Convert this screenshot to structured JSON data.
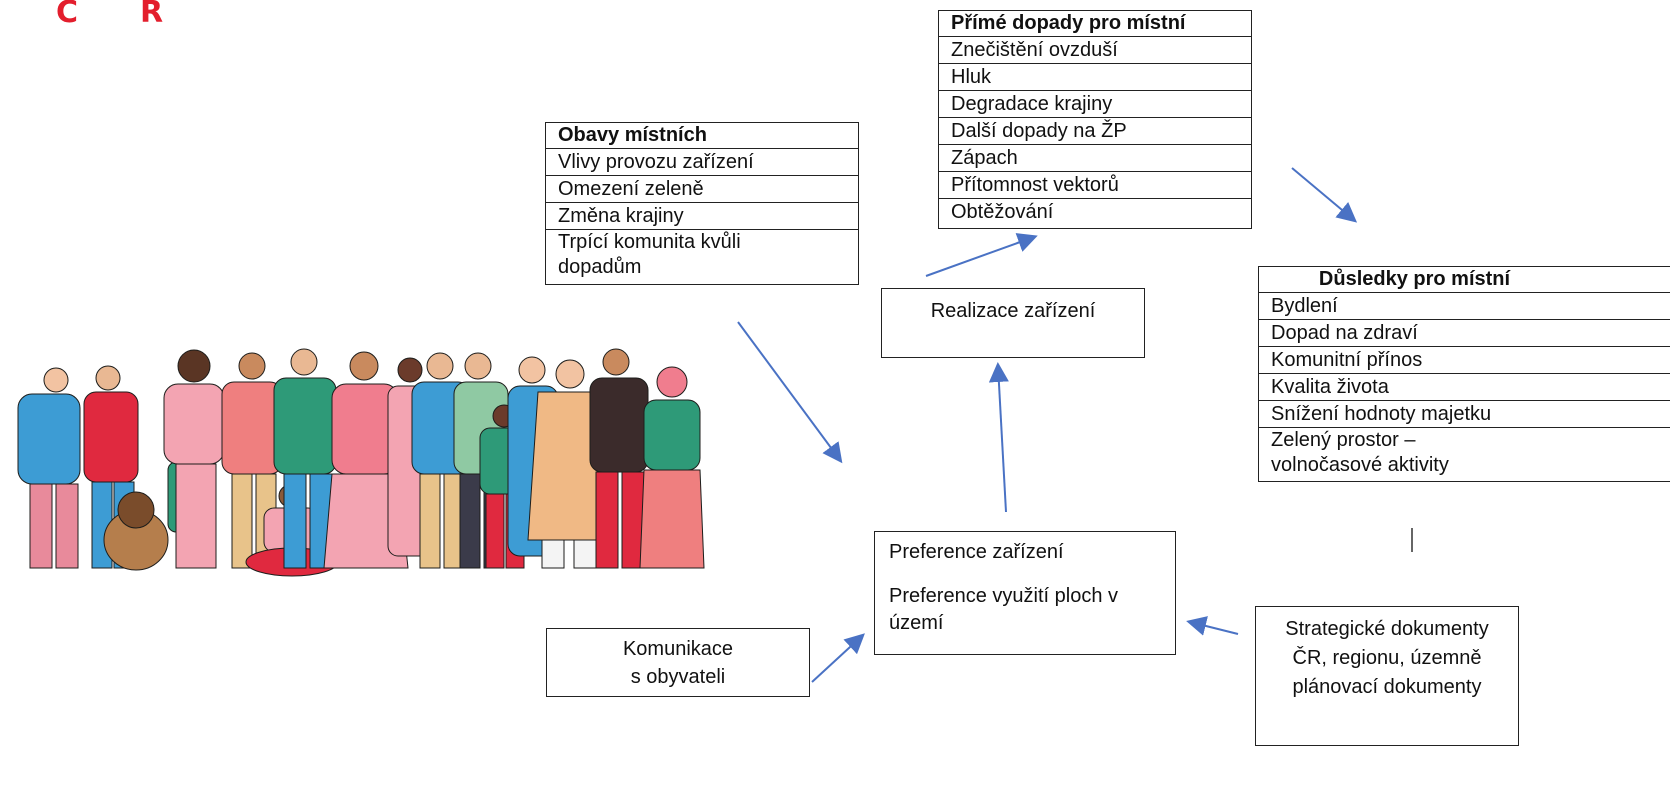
{
  "logo": {
    "letters": [
      "C",
      "R"
    ],
    "color": "#e31e2d"
  },
  "direct_impacts": {
    "title": "Přímé dopady pro místní",
    "items": [
      "Znečištění ovzduší",
      "Hluk",
      "Degradace krajiny",
      "Další dopady na ŽP",
      "Zápach",
      "Přítomnost vektorů",
      "Obtěžování"
    ]
  },
  "concerns": {
    "title": "Obavy místních",
    "items": [
      "Vlivy provozu zařízení",
      "Omezení zeleně",
      "Změna krajiny",
      "Trpící komunita kvůli dopadům"
    ]
  },
  "consequences": {
    "title": "Důsledky pro místní",
    "items": [
      "Bydlení",
      "Dopad na zdraví",
      "Komunitní přínos",
      "Kvalita života",
      "Snížení hodnoty majetku",
      "Zelený prostor – volnočasové aktivity"
    ]
  },
  "realization": {
    "label": "Realizace zařízení"
  },
  "preferences": {
    "line1": "Preference zařízení",
    "line2": "Preference využití ploch v území"
  },
  "communication": {
    "line1": "Komunikace",
    "line2": "s obyvateli"
  },
  "strategic": {
    "label": "Strategické dokumenty ČR, regionu, územně plánovací dokumenty"
  },
  "colors": {
    "arrow": "#4a72c4",
    "border": "#222222"
  },
  "illustration": {
    "icon": "crowd-of-people-illustration"
  }
}
